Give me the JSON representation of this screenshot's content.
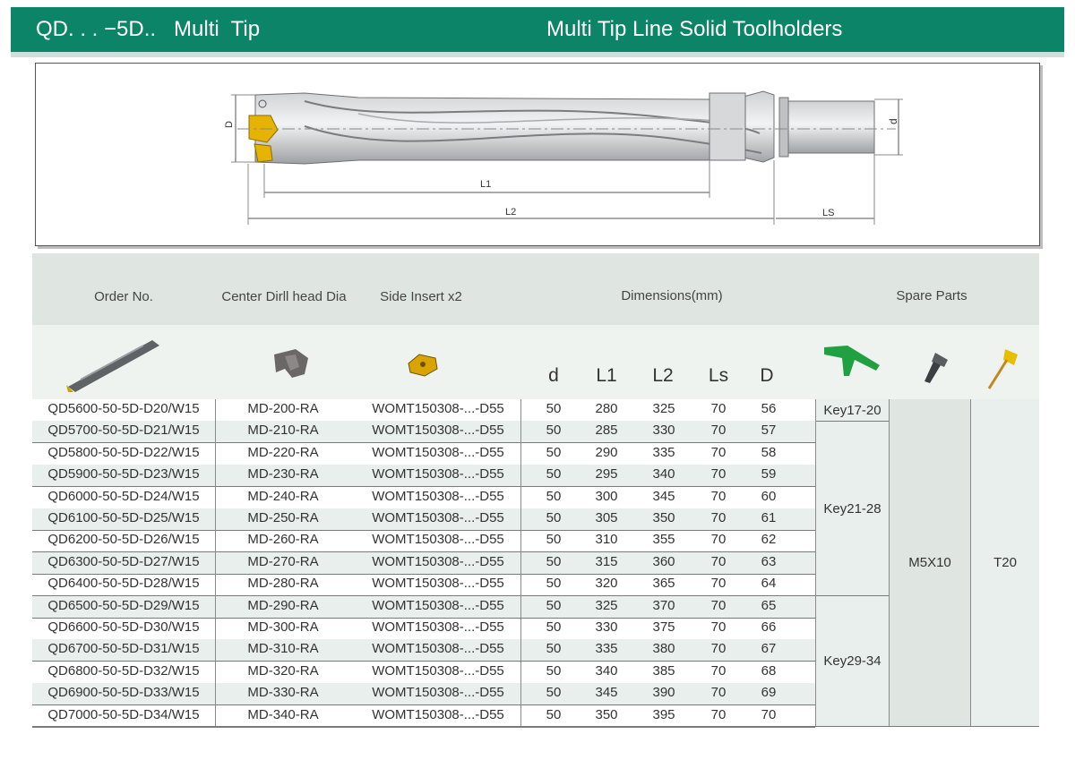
{
  "header": {
    "left_title": "QD. . . −5D..   Multi  Tip",
    "right_title": "Multi Tip Line Solid Toolholders"
  },
  "drawing": {
    "labels": {
      "D": "D",
      "d": "d",
      "L1": "L1",
      "L2": "L2",
      "LS": "LS"
    }
  },
  "table": {
    "headers": {
      "order": "Order  No.",
      "center_head": "Center Dirll head Dia",
      "side_insert": "Side Insert  x2",
      "dimensions": "Dimensions(mm)",
      "spare_parts": "Spare Parts"
    },
    "dim_columns": [
      "d",
      "L1",
      "L2",
      "Ls",
      "D"
    ],
    "icons": [
      "drill-body-icon",
      "drill-head-icon",
      "insert-icon",
      "key-icon",
      "screw-icon",
      "torx-wrench-icon"
    ],
    "rows": [
      [
        "QD5600-50-5D-D20/W15",
        "MD-200-RA",
        "WOMT150308-...-D55",
        "50",
        "280",
        "325",
        "70",
        "56"
      ],
      [
        "QD5700-50-5D-D21/W15",
        "MD-210-RA",
        "WOMT150308-...-D55",
        "50",
        "285",
        "330",
        "70",
        "57"
      ],
      [
        "QD5800-50-5D-D22/W15",
        "MD-220-RA",
        "WOMT150308-...-D55",
        "50",
        "290",
        "335",
        "70",
        "58"
      ],
      [
        "QD5900-50-5D-D23/W15",
        "MD-230-RA",
        "WOMT150308-...-D55",
        "50",
        "295",
        "340",
        "70",
        "59"
      ],
      [
        "QD6000-50-5D-D24/W15",
        "MD-240-RA",
        "WOMT150308-...-D55",
        "50",
        "300",
        "345",
        "70",
        "60"
      ],
      [
        "QD6100-50-5D-D25/W15",
        "MD-250-RA",
        "WOMT150308-...-D55",
        "50",
        "305",
        "350",
        "70",
        "61"
      ],
      [
        "QD6200-50-5D-D26/W15",
        "MD-260-RA",
        "WOMT150308-...-D55",
        "50",
        "310",
        "355",
        "70",
        "62"
      ],
      [
        "QD6300-50-5D-D27/W15",
        "MD-270-RA",
        "WOMT150308-...-D55",
        "50",
        "315",
        "360",
        "70",
        "63"
      ],
      [
        "QD6400-50-5D-D28/W15",
        "MD-280-RA",
        "WOMT150308-...-D55",
        "50",
        "320",
        "365",
        "70",
        "64"
      ],
      [
        "QD6500-50-5D-D29/W15",
        "MD-290-RA",
        "WOMT150308-...-D55",
        "50",
        "325",
        "370",
        "70",
        "65"
      ],
      [
        "QD6600-50-5D-D30/W15",
        "MD-300-RA",
        "WOMT150308-...-D55",
        "50",
        "330",
        "375",
        "70",
        "66"
      ],
      [
        "QD6700-50-5D-D31/W15",
        "MD-310-RA",
        "WOMT150308-...-D55",
        "50",
        "335",
        "380",
        "70",
        "67"
      ],
      [
        "QD6800-50-5D-D32/W15",
        "MD-320-RA",
        "WOMT150308-...-D55",
        "50",
        "340",
        "385",
        "70",
        "68"
      ],
      [
        "QD6900-50-5D-D33/W15",
        "MD-330-RA",
        "WOMT150308-...-D55",
        "50",
        "345",
        "390",
        "70",
        "69"
      ],
      [
        "QD7000-50-5D-D34/W15",
        "MD-340-RA",
        "WOMT150308-...-D55",
        "50",
        "350",
        "395",
        "70",
        "70"
      ]
    ],
    "spare_keys": [
      "Key17-20",
      "Key21-28",
      "Key29-34"
    ],
    "spare_screw": "M5X10",
    "spare_wrench": "T20"
  },
  "colors": {
    "brand_green": "#0c8468",
    "header_band": "#dfe6e2",
    "alt_row": "#e8efec",
    "insert_yellow": "#d9a400"
  }
}
